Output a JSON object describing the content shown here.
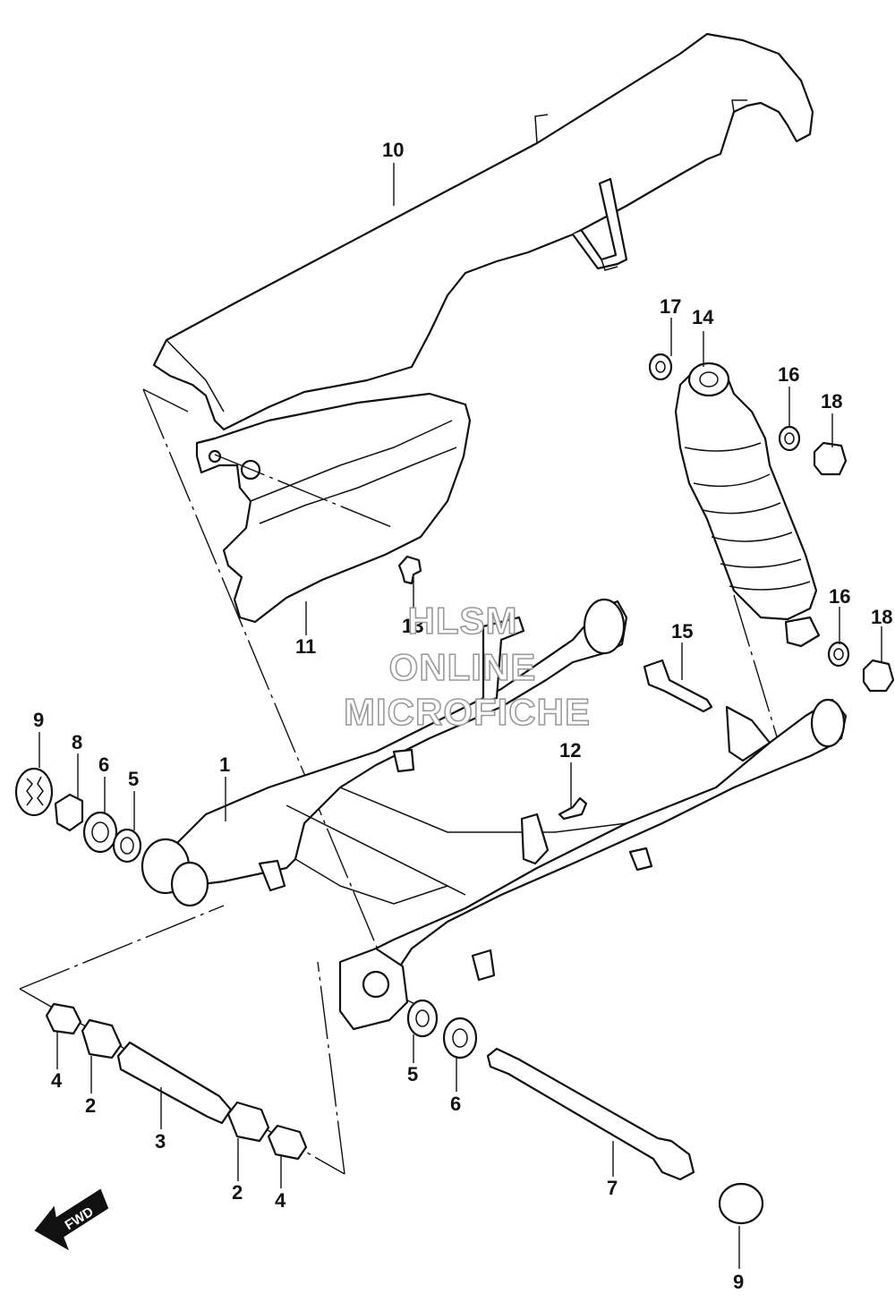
{
  "watermark": {
    "line1": "HLSM",
    "line2": "ONLINE",
    "line3": "MICROFICHE"
  },
  "fwd_label": "FWD",
  "callouts": [
    {
      "id": "c10",
      "text": "10"
    },
    {
      "id": "c17",
      "text": "17"
    },
    {
      "id": "c14",
      "text": "14"
    },
    {
      "id": "c16a",
      "text": "16"
    },
    {
      "id": "c18a",
      "text": "18"
    },
    {
      "id": "c11",
      "text": "11"
    },
    {
      "id": "c13",
      "text": "13"
    },
    {
      "id": "c16b",
      "text": "16"
    },
    {
      "id": "c18b",
      "text": "18"
    },
    {
      "id": "c15",
      "text": "15"
    },
    {
      "id": "c9a",
      "text": "9"
    },
    {
      "id": "c8",
      "text": "8"
    },
    {
      "id": "c6a",
      "text": "6"
    },
    {
      "id": "c5a",
      "text": "5"
    },
    {
      "id": "c1",
      "text": "1"
    },
    {
      "id": "c12",
      "text": "12"
    },
    {
      "id": "c4a",
      "text": "4"
    },
    {
      "id": "c2a",
      "text": "2"
    },
    {
      "id": "c3",
      "text": "3"
    },
    {
      "id": "c2b",
      "text": "2"
    },
    {
      "id": "c4b",
      "text": "4"
    },
    {
      "id": "c5b",
      "text": "5"
    },
    {
      "id": "c6b",
      "text": "6"
    },
    {
      "id": "c7",
      "text": "7"
    },
    {
      "id": "c9b",
      "text": "9"
    }
  ]
}
